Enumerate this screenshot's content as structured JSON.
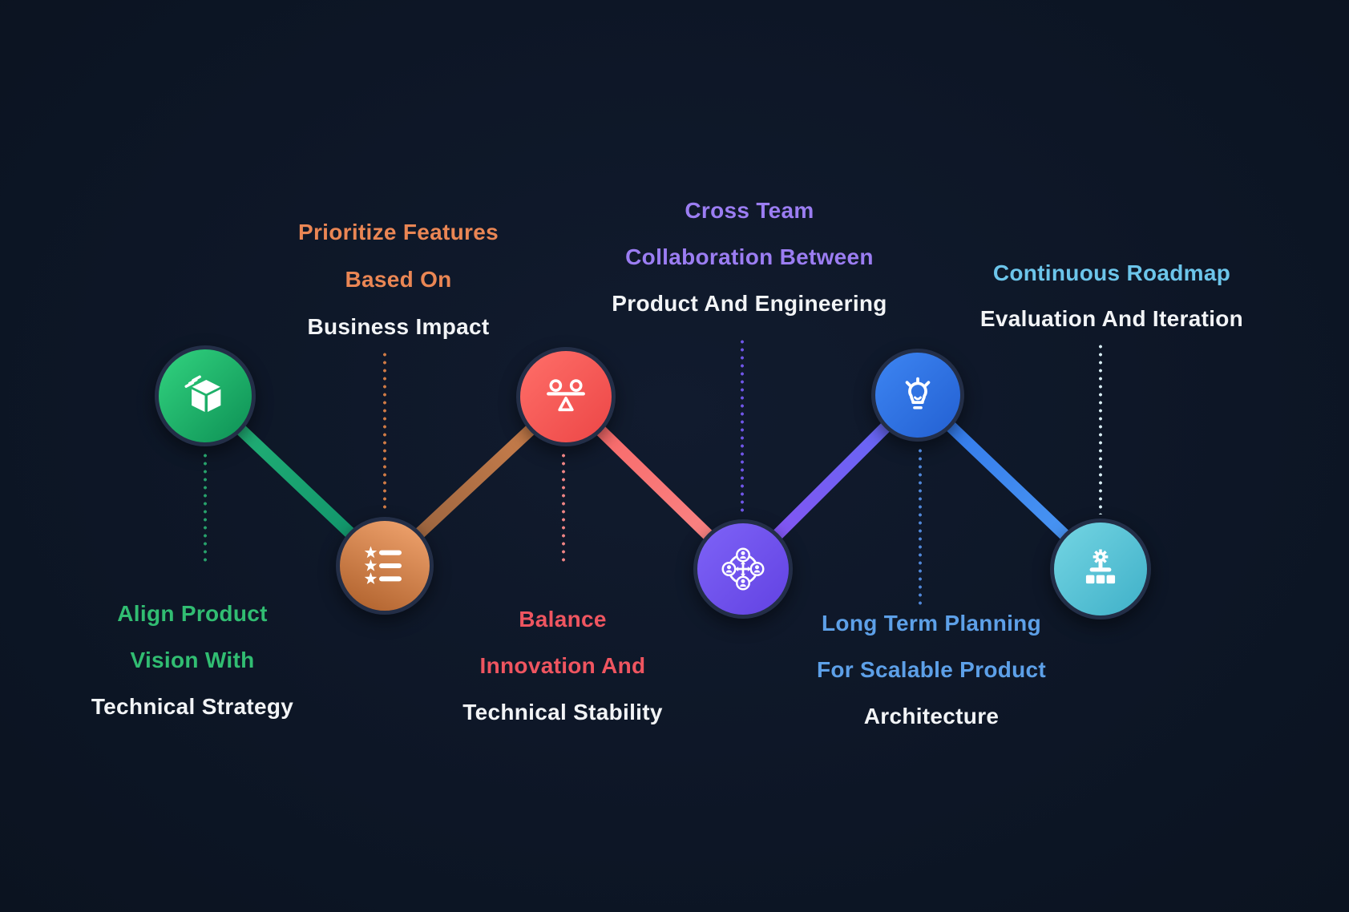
{
  "background_color": "#0d1626",
  "nodes": [
    {
      "id": "product-vision",
      "icon": "package-box-icon",
      "circle_colors": [
        "#2fce7c",
        "#109558"
      ],
      "label_position": "below",
      "lines": [
        "Align Product",
        "Vision With",
        "Technical Strategy"
      ],
      "line_colors": [
        "#31bd72",
        "#31bd72",
        "#f2f4f6"
      ],
      "dotted_color": "#27a06a"
    },
    {
      "id": "prioritize-features",
      "icon": "checklist-icon",
      "circle_colors": [
        "#efa26d",
        "#b0622d"
      ],
      "label_position": "above",
      "lines": [
        "Prioritize Features",
        "Based On",
        "Business Impact"
      ],
      "line_colors": [
        "#ea8654",
        "#ea8654",
        "#f2f4f6"
      ],
      "dotted_color": "#cf7a45"
    },
    {
      "id": "balance-innovation",
      "icon": "balance-scale-icon",
      "circle_colors": [
        "#ff6f69",
        "#ec4646"
      ],
      "label_position": "below",
      "lines": [
        "Balance",
        "Innovation And",
        "Technical Stability"
      ],
      "line_colors": [
        "#ef5560",
        "#ef5560",
        "#f2f4f6"
      ],
      "dotted_color": "#f08484"
    },
    {
      "id": "cross-team-collaboration",
      "icon": "team-sync-icon",
      "circle_colors": [
        "#7e63f7",
        "#6242e2"
      ],
      "label_position": "above",
      "lines": [
        "Cross Team",
        "Collaboration Between",
        "Product And Engineering"
      ],
      "line_colors": [
        "#9b7df2",
        "#9b7df2",
        "#f2f4f6"
      ],
      "dotted_color": "#6f55e8"
    },
    {
      "id": "long-term-planning",
      "icon": "lightbulb-icon",
      "circle_colors": [
        "#3d85f2",
        "#2360d2"
      ],
      "label_position": "below",
      "lines": [
        "Long Term Planning",
        "For Scalable Product",
        "Architecture"
      ],
      "line_colors": [
        "#5da0e8",
        "#5da0e8",
        "#f2f4f6"
      ],
      "dotted_color": "#4f86d8"
    },
    {
      "id": "roadmap-iteration",
      "icon": "hierarchy-gear-icon",
      "circle_colors": [
        "#74d5e3",
        "#3fb0c8"
      ],
      "label_position": "above",
      "lines": [
        "Continuous Roadmap",
        "Evaluation And Iteration"
      ],
      "line_colors": [
        "#6cc5ea",
        "#f2f4f6"
      ],
      "dotted_color": "#d8eef4"
    }
  ],
  "connectors": [
    {
      "from": "product-vision",
      "to": "prioritize-features",
      "color_start": "#25b678",
      "color_end": "#0e8f69"
    },
    {
      "from": "prioritize-features",
      "to": "balance-innovation",
      "color_start": "#8f5e3c",
      "color_end": "#d6854f"
    },
    {
      "from": "balance-innovation",
      "to": "cross-team-collaboration",
      "color_start": "#f76363",
      "color_end": "#fa8a8a"
    },
    {
      "from": "cross-team-collaboration",
      "to": "long-term-planning",
      "color_start": "#8a50f0",
      "color_end": "#5f6cf6"
    },
    {
      "from": "long-term-planning",
      "to": "roadmap-iteration",
      "color_start": "#2f74e8",
      "color_end": "#4e9cf5"
    }
  ]
}
